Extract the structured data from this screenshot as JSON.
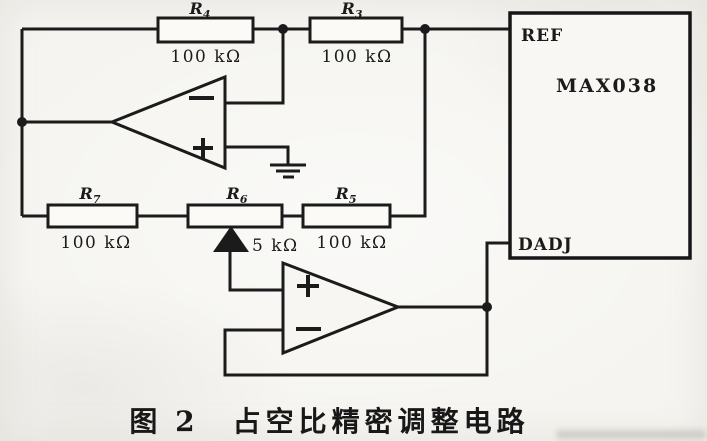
{
  "figure": {
    "caption_label": "图 2",
    "caption_title": "占空比精密调整电路"
  },
  "ic": {
    "name": "MAX038",
    "pin_top": "REF",
    "pin_bottom": "DADJ"
  },
  "resistors": {
    "r4": {
      "base": "R",
      "sub": "4",
      "value": "100 kΩ"
    },
    "r3": {
      "base": "R",
      "sub": "3",
      "value": "100 kΩ"
    },
    "r7": {
      "base": "R",
      "sub": "7",
      "value": "100 kΩ"
    },
    "r6": {
      "base": "R",
      "sub": "6",
      "value": "5 kΩ"
    },
    "r5": {
      "base": "R",
      "sub": "5",
      "value": "100 kΩ"
    }
  },
  "opamps": {
    "opamp1": {
      "inverting_symbol": "−",
      "noninverting_symbol": "+"
    },
    "opamp2": {
      "inverting_symbol": "−",
      "noninverting_symbol": "+"
    }
  },
  "colors": {
    "ink": "#1b1b1b",
    "background": "#f5f4f0",
    "component_fill": "#fbfaf7"
  }
}
